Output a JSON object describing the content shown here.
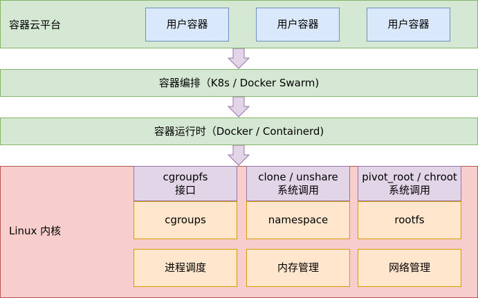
{
  "platform": {
    "label": "容器云平台",
    "user_containers": [
      "用户容器",
      "用户容器",
      "用户容器"
    ]
  },
  "orchestration": {
    "label": "容器编排（K8s / Docker Swarm)"
  },
  "runtime": {
    "label": "容器运行时（Docker / Containerd)"
  },
  "kernel": {
    "label": "Linux 内核",
    "interfaces": [
      {
        "line1": "cgroupfs",
        "line2": "接口"
      },
      {
        "line1": "clone / unshare",
        "line2": "系统调用"
      },
      {
        "line1": "pivot_root / chroot",
        "line2": "系统调用"
      }
    ],
    "features": [
      "cgroups",
      "namespace",
      "rootfs"
    ],
    "management": [
      "进程调度",
      "内存管理",
      "网络管理"
    ]
  },
  "colors": {
    "green_fill": "#d5e8d4",
    "green_stroke": "#82b366",
    "blue_fill": "#dae8fc",
    "blue_stroke": "#6c8ebf",
    "purple_fill": "#e1d5e7",
    "purple_stroke": "#9673a6",
    "orange_fill": "#ffe6cc",
    "orange_stroke": "#d79b00",
    "red_fill": "#f8cecc",
    "red_stroke": "#b85450"
  }
}
